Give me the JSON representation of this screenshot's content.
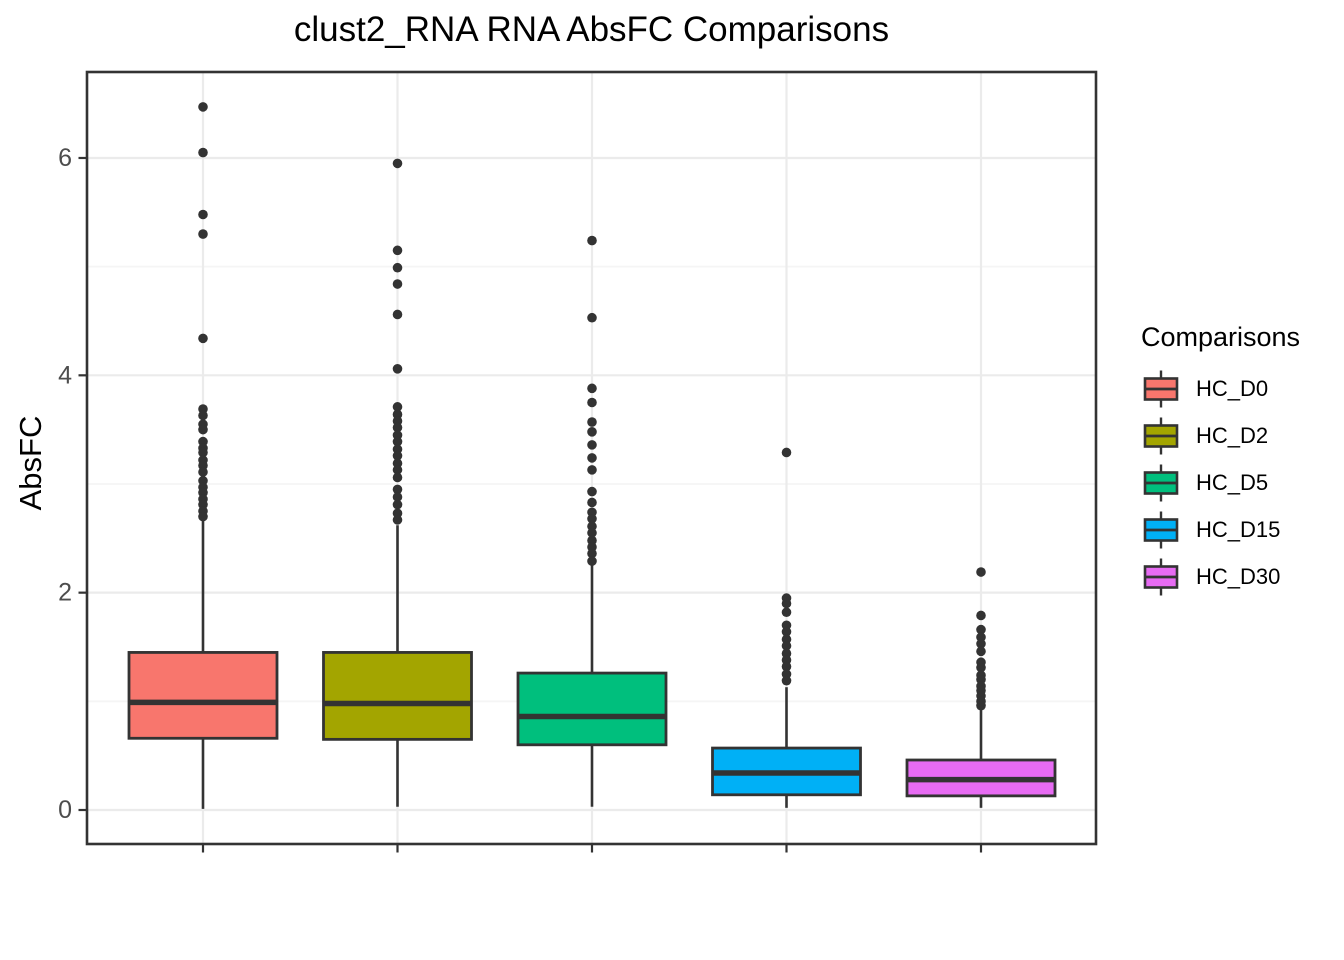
{
  "chart_data": {
    "type": "boxplot",
    "title": "clust2_RNA RNA AbsFC Comparisons",
    "xlabel": "",
    "ylabel": "AbsFC",
    "legend_title": "Comparisons",
    "legend_position": "right",
    "grid": true,
    "yticks": [
      0,
      2,
      4,
      6
    ],
    "ylim": [
      -0.32,
      6.79
    ],
    "categories": [
      "HC_D0",
      "HC_D2",
      "HC_D5",
      "HC_D15",
      "HC_D30"
    ],
    "axis_text_color": "#4D4D4D",
    "box_stroke_color": "#333333",
    "gridline_color": "#EBEBEB",
    "series": [
      {
        "name": "HC_D0",
        "color": "#F8766D",
        "q1": 0.66,
        "median": 0.99,
        "q3": 1.45,
        "whisker_low": 0.01,
        "whisker_high": 2.67,
        "outliers": [
          6.47,
          6.05,
          5.48,
          5.3,
          4.34,
          3.69,
          3.63,
          3.55,
          3.5,
          3.39,
          3.33,
          3.29,
          3.22,
          3.17,
          3.11,
          3.03,
          2.97,
          2.92,
          2.86,
          2.81,
          2.75,
          2.7
        ]
      },
      {
        "name": "HC_D2",
        "color": "#A3A500",
        "q1": 0.65,
        "median": 0.98,
        "q3": 1.45,
        "whisker_low": 0.03,
        "whisker_high": 2.62,
        "outliers": [
          5.95,
          5.15,
          4.99,
          4.84,
          4.56,
          4.06,
          3.71,
          3.64,
          3.58,
          3.52,
          3.45,
          3.39,
          3.32,
          3.26,
          3.19,
          3.13,
          3.06,
          2.95,
          2.88,
          2.81,
          2.73,
          2.67
        ]
      },
      {
        "name": "HC_D5",
        "color": "#00BF7D",
        "q1": 0.6,
        "median": 0.86,
        "q3": 1.26,
        "whisker_low": 0.03,
        "whisker_high": 2.25,
        "outliers": [
          5.24,
          4.53,
          3.88,
          3.75,
          3.57,
          3.48,
          3.36,
          3.24,
          3.13,
          2.93,
          2.83,
          2.74,
          2.68,
          2.61,
          2.55,
          2.48,
          2.42,
          2.36,
          2.29
        ]
      },
      {
        "name": "HC_D15",
        "color": "#00B0F6",
        "q1": 0.14,
        "median": 0.34,
        "q3": 0.57,
        "whisker_low": 0.02,
        "whisker_high": 1.13,
        "outliers": [
          3.29,
          1.95,
          1.9,
          1.82,
          1.7,
          1.64,
          1.57,
          1.51,
          1.44,
          1.38,
          1.32,
          1.25,
          1.19
        ]
      },
      {
        "name": "HC_D30",
        "color": "#E76BF3",
        "q1": 0.13,
        "median": 0.28,
        "q3": 0.46,
        "whisker_low": 0.02,
        "whisker_high": 0.94,
        "outliers": [
          2.19,
          1.79,
          1.66,
          1.59,
          1.53,
          1.46,
          1.36,
          1.31,
          1.24,
          1.2,
          1.14,
          1.1,
          1.05,
          1.0,
          0.96
        ]
      }
    ]
  }
}
